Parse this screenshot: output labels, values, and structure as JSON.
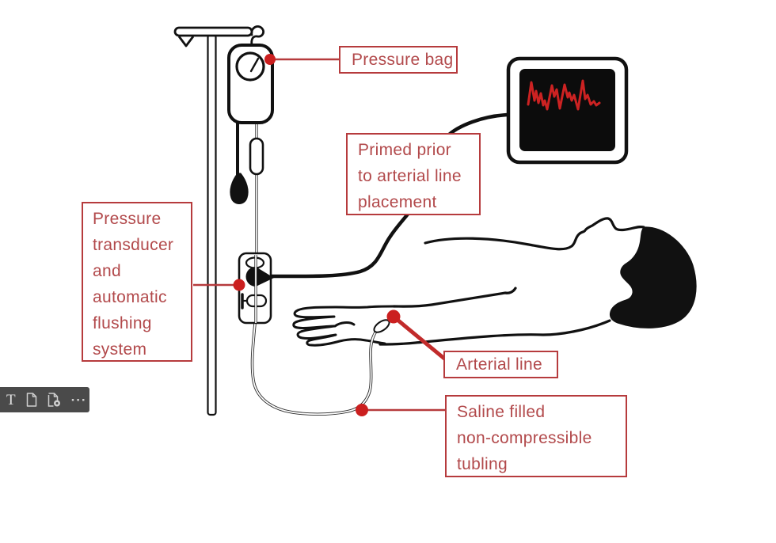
{
  "image_title": "Arterial line pressure monitoring system diagram",
  "colors": {
    "label_border": "#b63b3d",
    "label_text": "#b2494b",
    "leader_line": "#b63b3d",
    "callout_dot": "#cb1f1f",
    "waveform_red": "#cc2222",
    "illustration_ink": "#111111",
    "toolbar_background": "#4a4a4a",
    "toolbar_icon": "#d6d6d6"
  },
  "labels": {
    "pressure_bag": {
      "lines": [
        "Pressure bag"
      ]
    },
    "primed": {
      "lines": [
        "Primed prior",
        "to arterial line",
        "placement"
      ]
    },
    "transducer": {
      "lines": [
        "Pressure",
        "transducer",
        "and",
        "automatic",
        "flushing",
        "system"
      ]
    },
    "arterial_line": {
      "lines": [
        "Arterial line"
      ]
    },
    "saline": {
      "lines": [
        "Saline filled",
        "non-compressible",
        "tubling"
      ]
    }
  },
  "toolbar": {
    "text_tool_glyph": "T",
    "more_glyph": "···",
    "items": [
      "text-tool",
      "page",
      "page-export",
      "more"
    ]
  },
  "diagram_parts": [
    "iv-pole",
    "pressure-bag-with-gauge",
    "squeeze-bulb",
    "drip-chamber",
    "pressure-transducer",
    "stopcock",
    "monitor-with-waveform",
    "monitor-cable",
    "patient",
    "arterial-catheter",
    "saline-tubing-loop"
  ]
}
